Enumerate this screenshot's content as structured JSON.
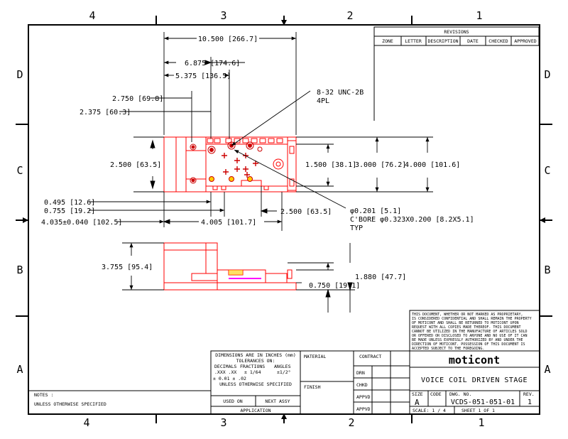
{
  "border": {
    "columns": [
      "4",
      "3",
      "2",
      "1"
    ],
    "rows": [
      "D",
      "C",
      "B",
      "A"
    ]
  },
  "revisions": {
    "title": "REVISIONS",
    "headers": [
      "ZONE",
      "LETTER",
      "DESCRIPTION",
      "DATE",
      "CHECKED",
      "APPROVED"
    ]
  },
  "dims": {
    "overall_length": "10.500 [266.7]",
    "d_6875": "6.875 [174.6]",
    "d_5375": "5.375 [136.5]",
    "d_2750": "2.750 [69.8]",
    "d_2375": "2.375 [60.3]",
    "height_top": "2.500 [63.5]",
    "d_1500": "1.500 [38.1]",
    "d_3000": "3.000 [76.2]",
    "d_4000": "4.000 [101.6]",
    "d_0495": "0.495 [12.6]",
    "d_0755": "0.755 [19.2]",
    "d_4035": "4.035±0.040 [102.5]",
    "d_4005": "4.005 [101.7]",
    "d_2500b": "2.500 [63.5]",
    "d_3755": "3.755 [95.4]",
    "d_1880": "1.880 [47.7]",
    "d_0750": "0.750 [19.1]"
  },
  "callouts": {
    "thread_line1": "8-32 UNC-2B",
    "thread_line2": "4PL",
    "cbore_line1": "φ0.201 [5.1]",
    "cbore_line2": "C'BORE φ0.323X0.200 [8.2X5.1]",
    "cbore_line3": "TYP"
  },
  "proprietary": [
    "THIS DOCUMENT, WHETHER OR NOT MARKED AS PROPRIETARY,",
    "IS CONSIDERED CONFIDENTIAL AND SHALL REMAIN THE PROPERTY",
    "OF MOTICONT AND SHALL BE RETURNED TO MOTICONT UPON",
    "REQUEST WITH ALL COPIES MADE THEREOF. THIS DOCUMENT",
    "CANNOT BE UTILIZED IN THE MANUFACTURE OF ARTICLES SOLD",
    "OR OFFERED OR DISCLOSED TO ANYONE AND NO USE OF IT CAN",
    "BE MADE UNLESS EXPRESSLY AUTHORIZED BY AND UNDER THE",
    "DIRECTION OF MOTICONT. POSSESSION OF THIS DOCUMENT IS",
    "ACCEPTED SUBJECT TO THE FOREGOING."
  ],
  "tolerances": {
    "line1": "DIMENSIONS ARE IN INCHES (mm)",
    "line2": "TOLERANCES ON:",
    "col1": "DECIMALS",
    "col2": "FRACTIONS",
    "col3": "ANGLES",
    "v1": ".XXX .XX",
    "v2": "±  1/64",
    "v3": "±1/2°",
    "v4": "± 0.01 ± .02",
    "line3": "UNLESS OTHERWISE SPECIFIED",
    "used_on": "USED ON",
    "next_assy": "NEXT ASSY",
    "application": "APPLICATION"
  },
  "notes": {
    "label": "NOTES :",
    "text": "UNLESS OTHERWISE SPECIFIED"
  },
  "title_block": {
    "material": "MATERIAL",
    "finish": "FINISH",
    "contract": "CONTRACT",
    "drn": "DRN",
    "chkd": "CHKD",
    "appvd1": "APPVD",
    "appvd2": "APPVD",
    "company": "moticont",
    "title": "VOICE COIL DRIVEN STAGE",
    "size_label": "SIZE",
    "size": "A",
    "code_label": "CODE",
    "dwg_label": "DWG. NO.",
    "dwg_no": "VCDS-051-051-01",
    "rev_label": "REV.",
    "rev": "1",
    "scale": "SCALE:  1  /  4",
    "sheet": "SHEET  1  OF  1"
  },
  "colors": {
    "part": "#ff0000",
    "hole": "#cc0000",
    "accent": "#ffcc00",
    "magenta": "#ff00ff",
    "line": "#000000"
  }
}
